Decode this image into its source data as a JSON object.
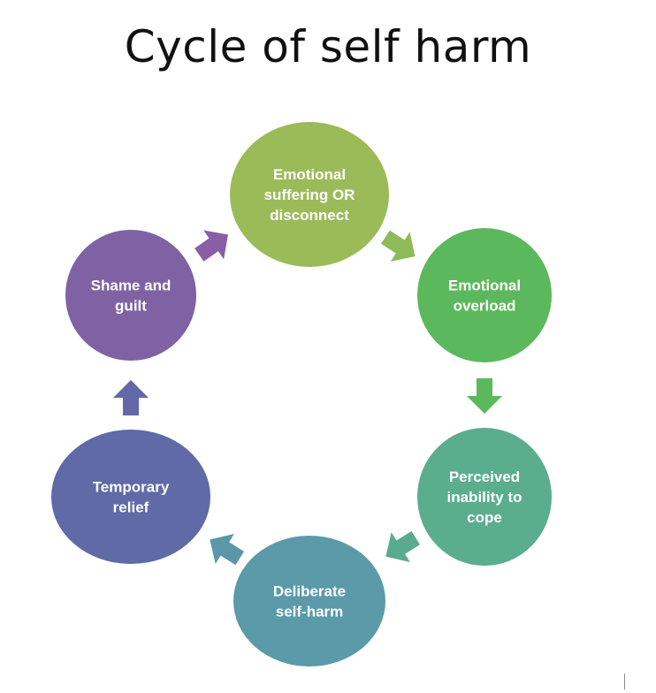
{
  "title": "Cycle of self harm",
  "nodes": [
    {
      "id": "emotional-suffering",
      "lines": [
        "Emotional",
        "suffering OR",
        "disconnect"
      ],
      "color": "#9bbb59"
    },
    {
      "id": "emotional-overload",
      "lines": [
        "Emotional",
        "overload"
      ],
      "color": "#5cb85c"
    },
    {
      "id": "perceived-inability",
      "lines": [
        "Perceived",
        "inability to",
        "cope"
      ],
      "color": "#5aae8e"
    },
    {
      "id": "deliberate-self-harm",
      "lines": [
        "Deliberate",
        "self-harm"
      ],
      "color": "#5b9aa8"
    },
    {
      "id": "temporary-relief",
      "lines": [
        "Temporary",
        "relief"
      ],
      "color": "#5f6aa6"
    },
    {
      "id": "shame-and-guilt",
      "lines": [
        "Shame and",
        "guilt"
      ],
      "color": "#7f62a3"
    }
  ],
  "arrows": [
    {
      "from": "emotional-suffering",
      "to": "emotional-overload",
      "color": "#8dbb5a"
    },
    {
      "from": "emotional-overload",
      "to": "perceived-inability",
      "color": "#5cb85c"
    },
    {
      "from": "perceived-inability",
      "to": "deliberate-self-harm",
      "color": "#5aaa90"
    },
    {
      "from": "deliberate-self-harm",
      "to": "temporary-relief",
      "color": "#5b97a8"
    },
    {
      "from": "temporary-relief",
      "to": "shame-and-guilt",
      "color": "#6268a8"
    },
    {
      "from": "shame-and-guilt",
      "to": "emotional-suffering",
      "color": "#8a5ea6"
    }
  ]
}
